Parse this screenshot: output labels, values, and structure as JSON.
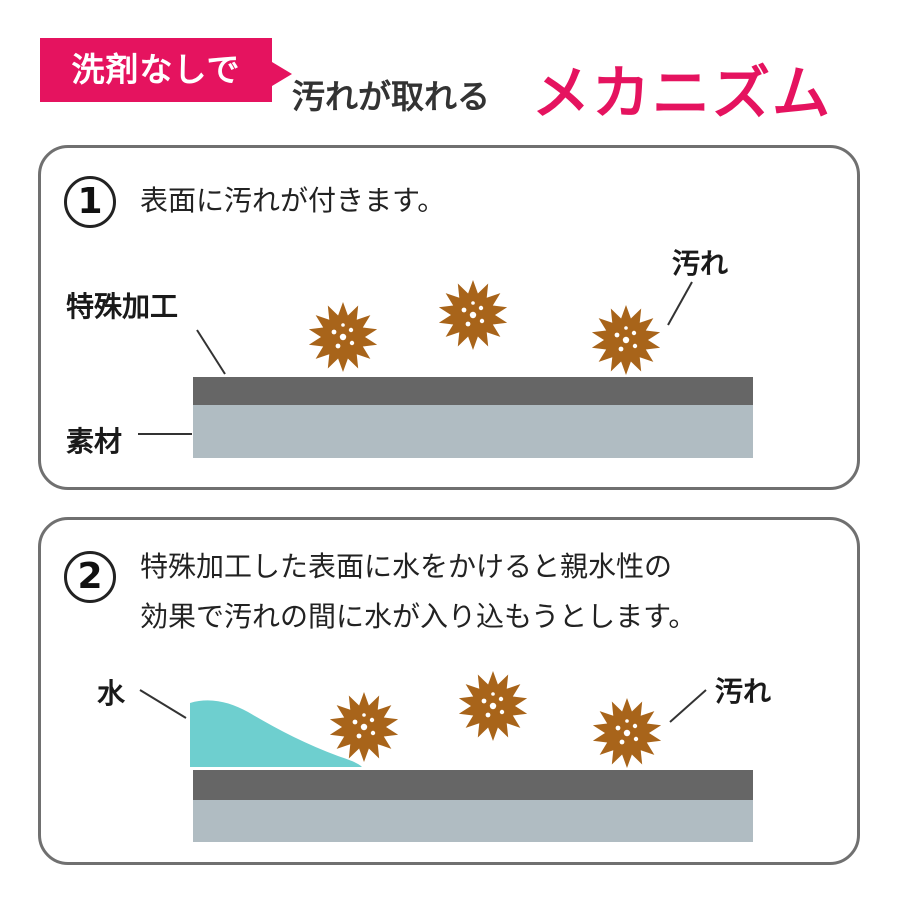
{
  "header": {
    "tag": "洗剤なしで",
    "subtitle": "汚れが取れる",
    "title": "メカニズム"
  },
  "colors": {
    "accent": "#e5135f",
    "dirt": "#a8641a",
    "coating": "#666666",
    "base_material": "#b0bcc2",
    "water": "#6ecfcf"
  },
  "step1": {
    "number": "1",
    "text": "表面に汚れが付きます。",
    "label_coating": "特殊加工",
    "label_material": "素材",
    "label_dirt": "汚れ"
  },
  "step2": {
    "number": "2",
    "text_line1": "特殊加工した表面に水をかけると親水性の",
    "text_line2": "効果で汚れの間に水が入り込もうとします。",
    "label_water": "水",
    "label_dirt": "汚れ"
  }
}
